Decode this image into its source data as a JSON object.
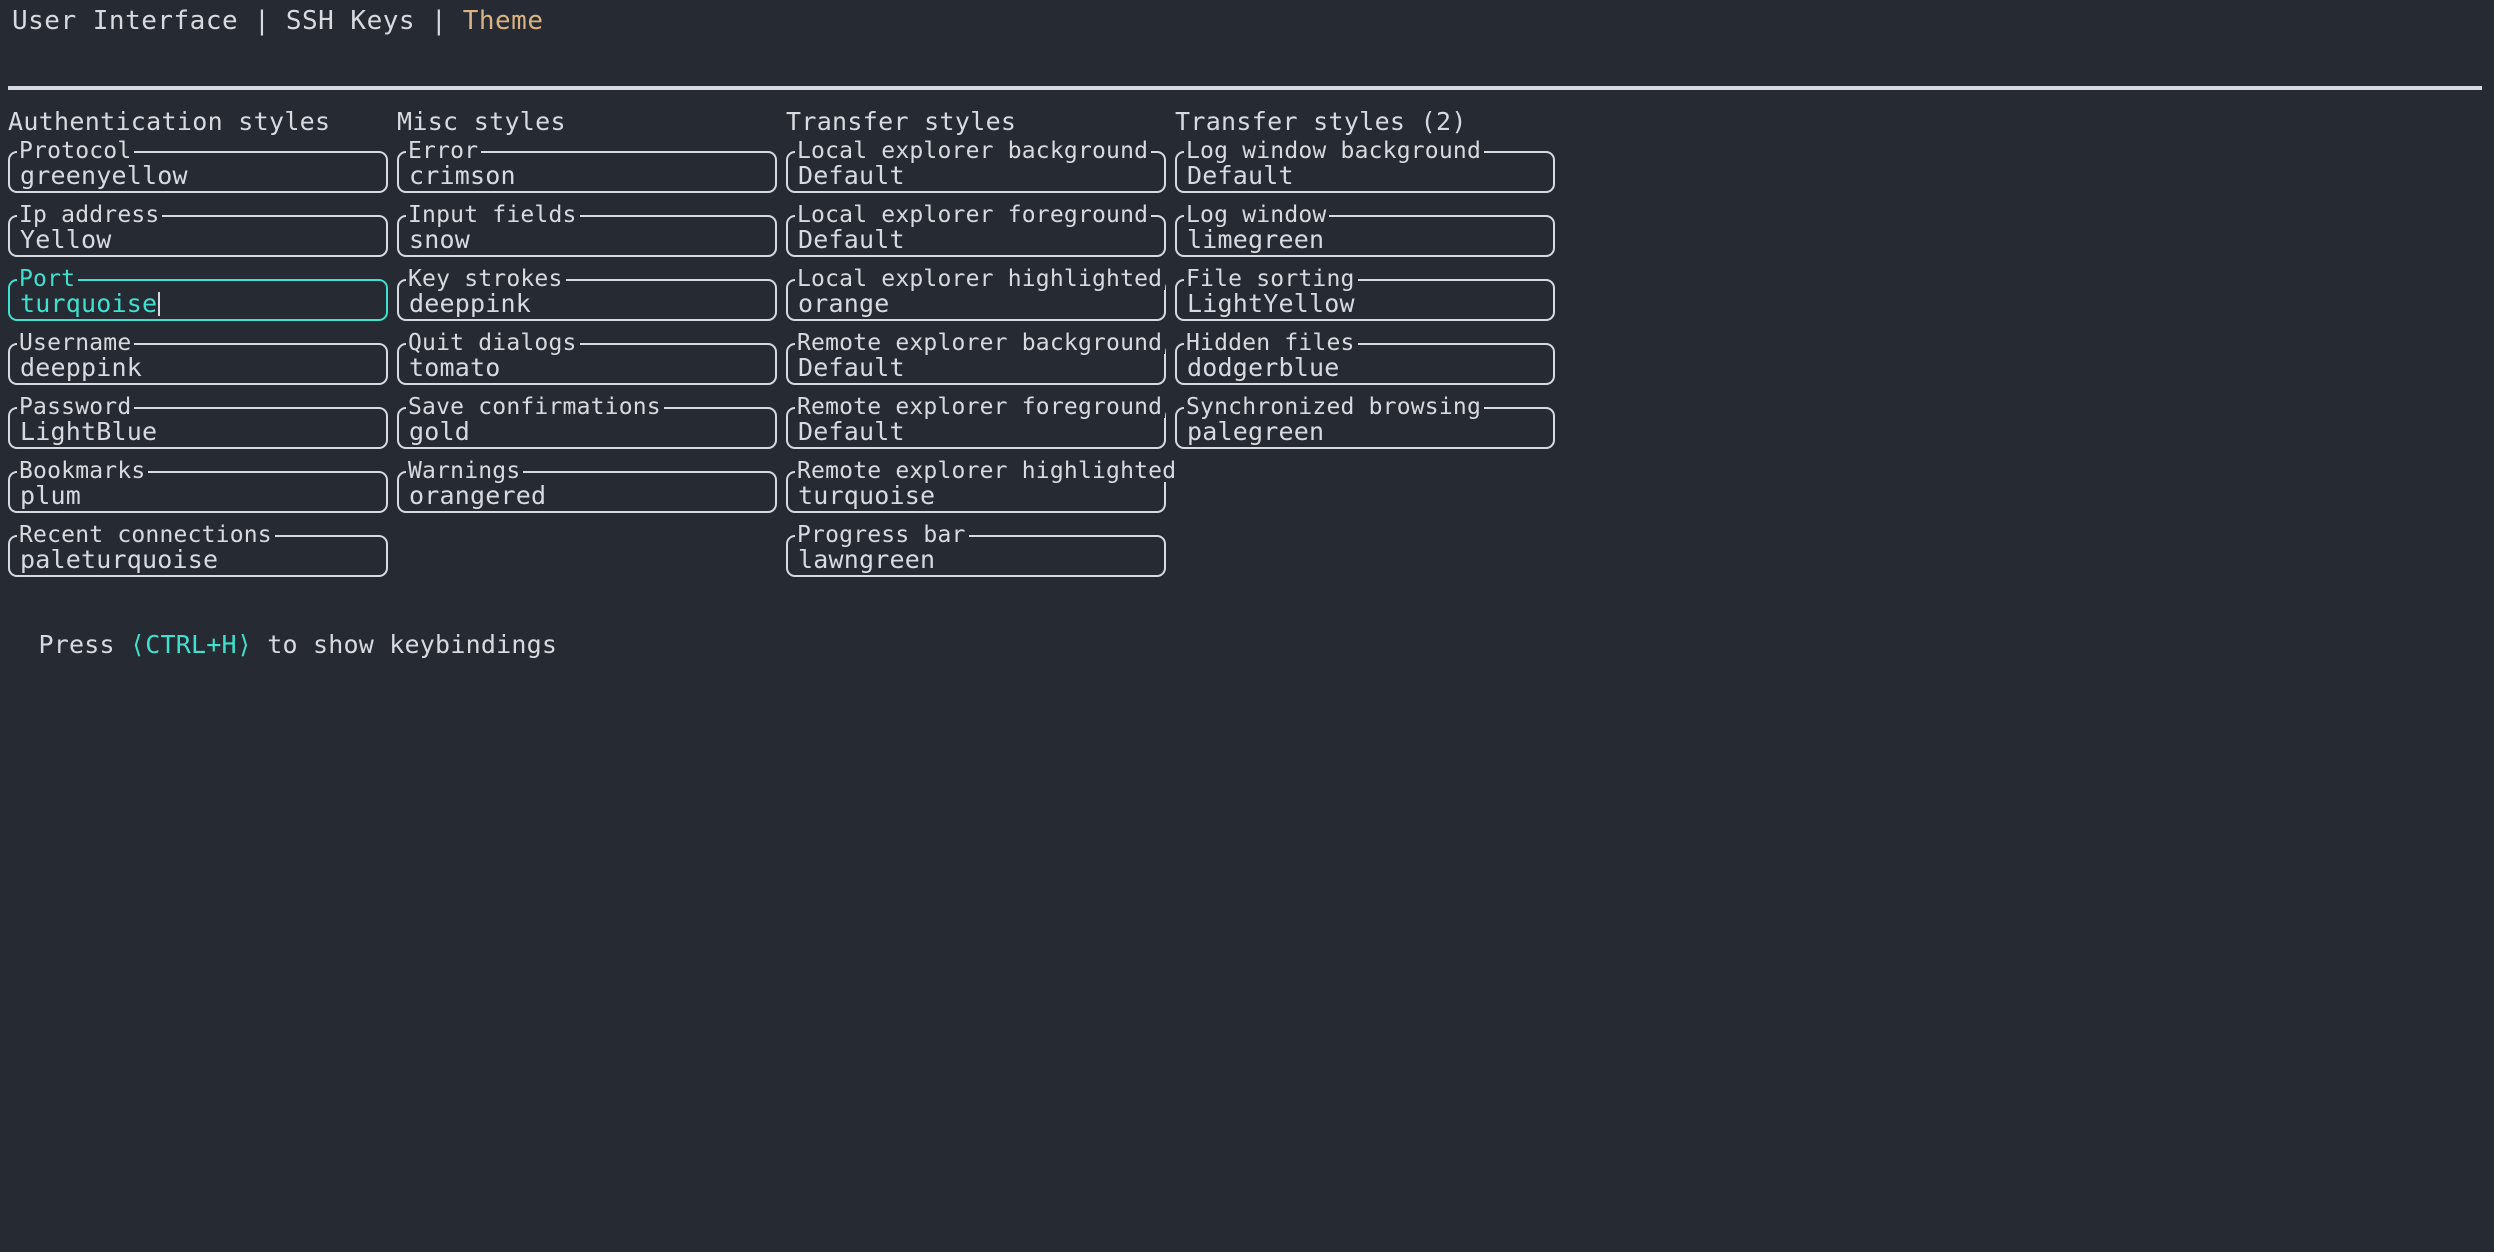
{
  "tabs": {
    "items": [
      {
        "label": "User Interface",
        "active": false
      },
      {
        "label": "SSH Keys",
        "active": false
      },
      {
        "label": "Theme",
        "active": true
      }
    ],
    "separator": "|"
  },
  "columns": [
    {
      "title": "Authentication styles",
      "fields": [
        {
          "label": "Protocol",
          "value": "greenyellow",
          "focused": false
        },
        {
          "label": "Ip address",
          "value": "Yellow",
          "focused": false
        },
        {
          "label": "Port",
          "value": "turquoise",
          "focused": true
        },
        {
          "label": "Username",
          "value": "deeppink",
          "focused": false
        },
        {
          "label": "Password",
          "value": "LightBlue",
          "focused": false
        },
        {
          "label": "Bookmarks",
          "value": "plum",
          "focused": false
        },
        {
          "label": "Recent connections",
          "value": "paleturquoise",
          "focused": false
        }
      ]
    },
    {
      "title": "Misc styles",
      "fields": [
        {
          "label": "Error",
          "value": "crimson",
          "focused": false
        },
        {
          "label": "Input fields",
          "value": "snow",
          "focused": false
        },
        {
          "label": "Key strokes",
          "value": "deeppink",
          "focused": false
        },
        {
          "label": "Quit dialogs",
          "value": "tomato",
          "focused": false
        },
        {
          "label": "Save confirmations",
          "value": "gold",
          "focused": false
        },
        {
          "label": "Warnings",
          "value": "orangered",
          "focused": false
        }
      ]
    },
    {
      "title": "Transfer styles",
      "fields": [
        {
          "label": "Local explorer background",
          "value": "Default",
          "focused": false
        },
        {
          "label": "Local explorer foreground",
          "value": "Default",
          "focused": false
        },
        {
          "label": "Local explorer highlighted",
          "value": "orange",
          "focused": false
        },
        {
          "label": "Remote explorer background",
          "value": "Default",
          "focused": false
        },
        {
          "label": "Remote explorer foreground",
          "value": "Default",
          "focused": false
        },
        {
          "label": "Remote explorer highlighted",
          "value": "turquoise",
          "focused": false
        },
        {
          "label": "Progress bar",
          "value": "lawngreen",
          "focused": false
        }
      ]
    },
    {
      "title": "Transfer styles (2)",
      "fields": [
        {
          "label": "Log window background",
          "value": "Default",
          "focused": false
        },
        {
          "label": "Log window",
          "value": "limegreen",
          "focused": false
        },
        {
          "label": "File sorting",
          "value": "LightYellow",
          "focused": false
        },
        {
          "label": "Hidden files",
          "value": "dodgerblue",
          "focused": false
        },
        {
          "label": "Synchronized browsing",
          "value": "palegreen",
          "focused": false
        }
      ]
    }
  ],
  "hint": {
    "prefix": "Press ",
    "key": "⟨CTRL+H⟩",
    "suffix": " to show keybindings"
  },
  "colors": {
    "background": "#262b33",
    "foreground": "#d7dae0",
    "accent_focus": "#40e0d0",
    "tab_active": "#d9b382"
  }
}
